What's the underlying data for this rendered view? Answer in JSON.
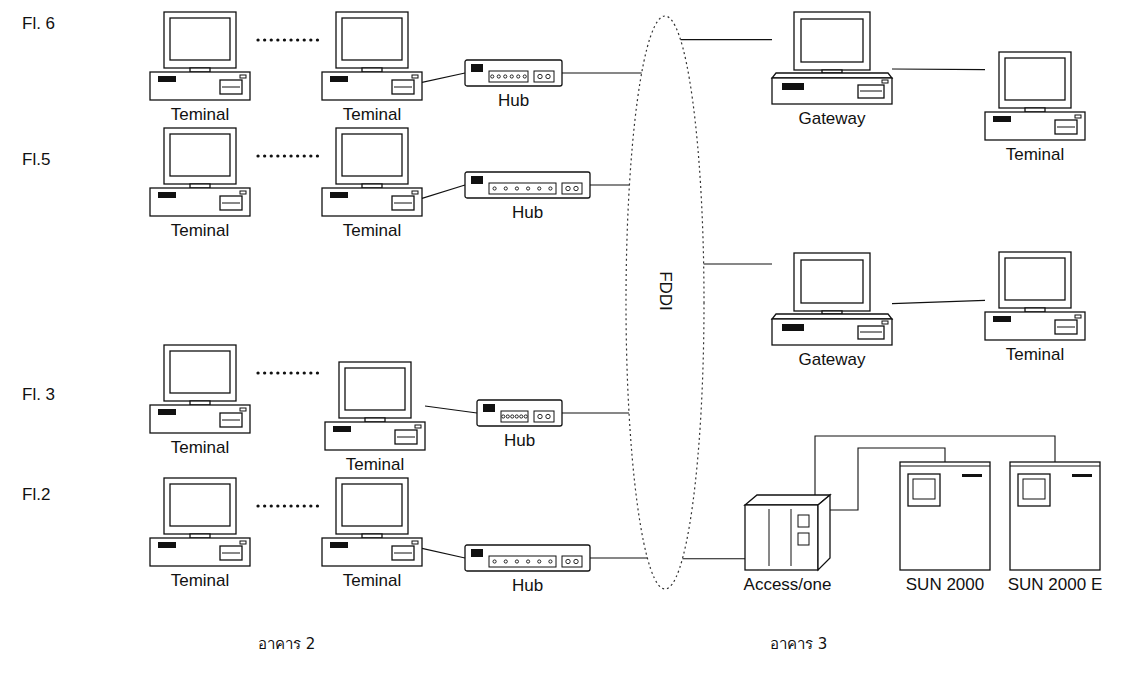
{
  "diagram": {
    "nodes": [
      {
        "text": [
          "Teminal"
        ]
      },
      {
        "text": [
          "Teminal"
        ]
      },
      {
        "text": [
          "Hub"
        ]
      },
      {
        "text": [
          "FDDI"
        ]
      },
      {
        "text": [
          "Gateway"
        ]
      },
      {
        "text": [
          "Teminal"
        ]
      },
      {
        "text": [
          "Teminal"
        ]
      },
      {
        "text": [
          "Teminal"
        ]
      },
      {
        "text": [
          "Hub"
        ]
      },
      {
        "text": [
          "Gateway"
        ]
      },
      {
        "text": [
          "Teminal"
        ]
      },
      {
        "text": [
          "Teminal"
        ]
      },
      {
        "text": [
          "Teminal"
        ]
      },
      {
        "text": [
          "Hub"
        ]
      },
      {
        "text": [
          "Teminal"
        ]
      },
      {
        "text": [
          "Teminal"
        ]
      },
      {
        "text": [
          "Hub"
        ]
      },
      {
        "text": [
          "Access/one"
        ]
      },
      {
        "text": [
          "SUN 2000"
        ]
      },
      {
        "text": [
          "SUN 2000 E"
        ]
      }
    ],
    "edges": [
      {
        "from": 1,
        "to": 2,
        "arrow": "none"
      },
      {
        "from": 2,
        "to": 3,
        "arrow": "none"
      },
      {
        "from": 3,
        "to": 4,
        "arrow": "none"
      },
      {
        "from": 4,
        "to": 5,
        "arrow": "none"
      },
      {
        "from": 7,
        "to": 8,
        "arrow": "none"
      },
      {
        "from": 8,
        "to": 3,
        "arrow": "none"
      },
      {
        "from": 3,
        "to": 9,
        "arrow": "none"
      },
      {
        "from": 9,
        "to": 10,
        "arrow": "none"
      },
      {
        "from": 12,
        "to": 13,
        "arrow": "none"
      },
      {
        "from": 13,
        "to": 3,
        "arrow": "none"
      },
      {
        "from": 15,
        "to": 16,
        "arrow": "none"
      },
      {
        "from": 16,
        "to": 3,
        "arrow": "none"
      },
      {
        "from": 3,
        "to": 17,
        "arrow": "none"
      },
      {
        "from": 17,
        "to": 18,
        "arrow": "none"
      },
      {
        "from": 17,
        "to": 19,
        "arrow": "none"
      }
    ],
    "labels": [
      "Fl. 6",
      "Fl.5",
      "Fl. 3",
      "Fl.2",
      "อาคาร 2",
      "อาคาร 3"
    ]
  }
}
